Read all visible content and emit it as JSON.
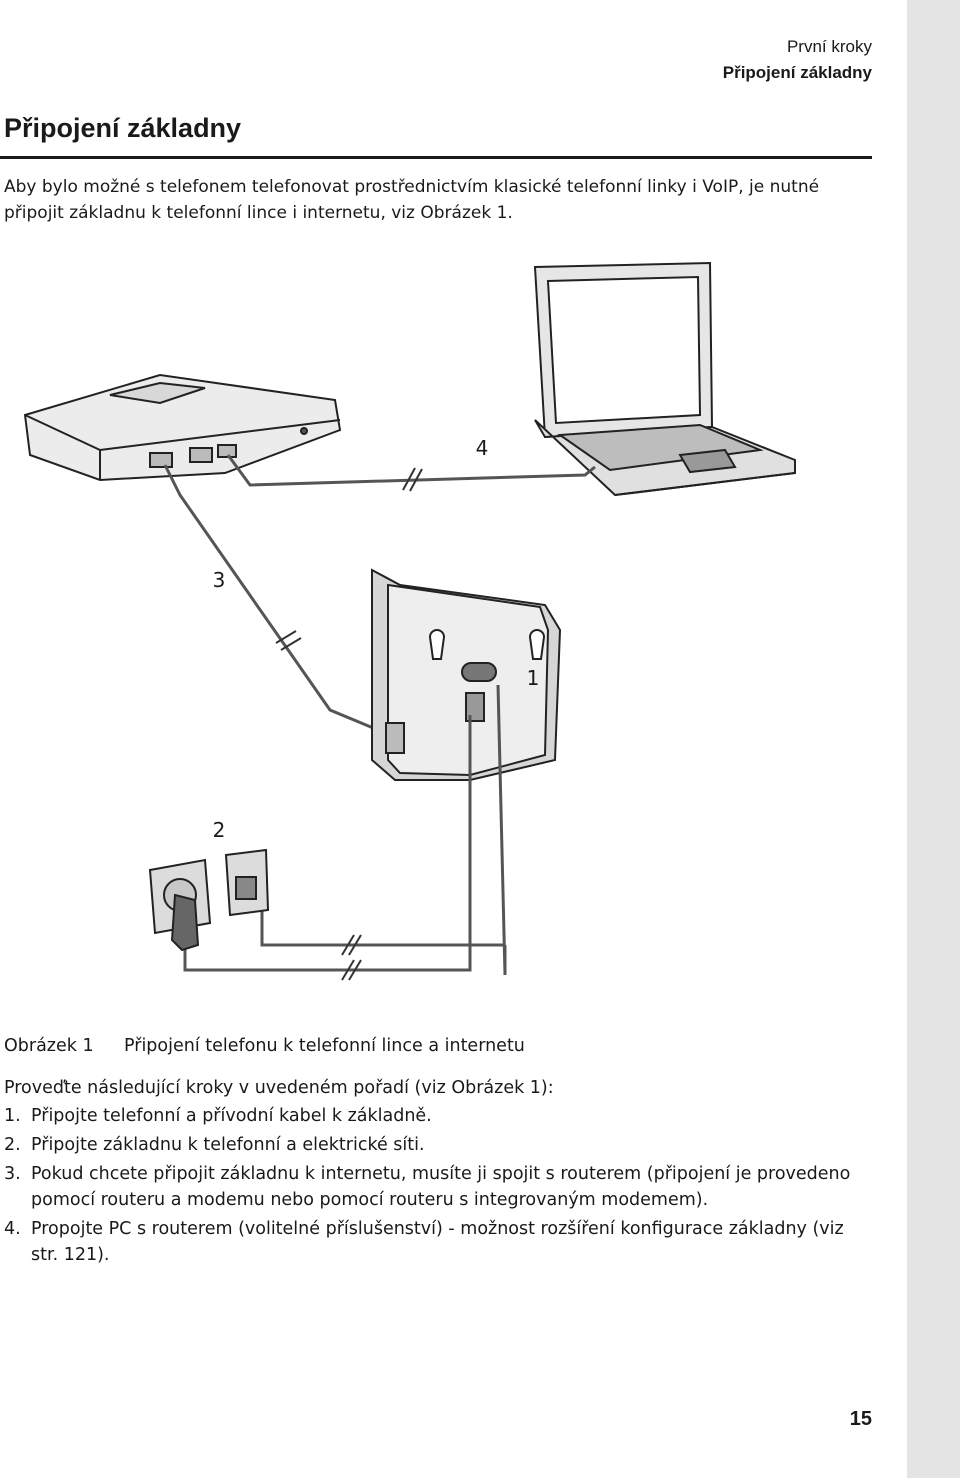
{
  "header": {
    "chapter": "První kroky",
    "section": "Připojení základny"
  },
  "title": "Připojení základny",
  "intro": "Aby bylo možné s telefonem telefonovat prostřednictvím klasické telefonní linky i VoIP, je nutné připojit základnu k telefonní lince i internetu, viz Obrázek 1.",
  "figure": {
    "callouts": [
      "1",
      "2",
      "3",
      "4"
    ],
    "caption_label": "Obrázek 1",
    "caption_text": "Připojení telefonu k telefonní lince a internetu"
  },
  "steps_intro": "Proveďte následující kroky v uvedeném pořadí (viz Obrázek 1):",
  "steps": [
    {
      "num": "1.",
      "text": "Připojte telefonní a přívodní kabel k základně."
    },
    {
      "num": "2.",
      "text": "Připojte základnu k telefonní a elektrické síti."
    },
    {
      "num": "3.",
      "text": "Pokud chcete připojit základnu k internetu, musíte ji spojit s routerem (připojení je provedeno pomocí routeru a modemu nebo pomocí routeru s integrovaným modemem)."
    },
    {
      "num": "4.",
      "text": "Propojte PC s routerem (volitelné příslušenství) - možnost rozšíření konfigurace základny (viz str. 121)."
    }
  ],
  "page_number": "15"
}
